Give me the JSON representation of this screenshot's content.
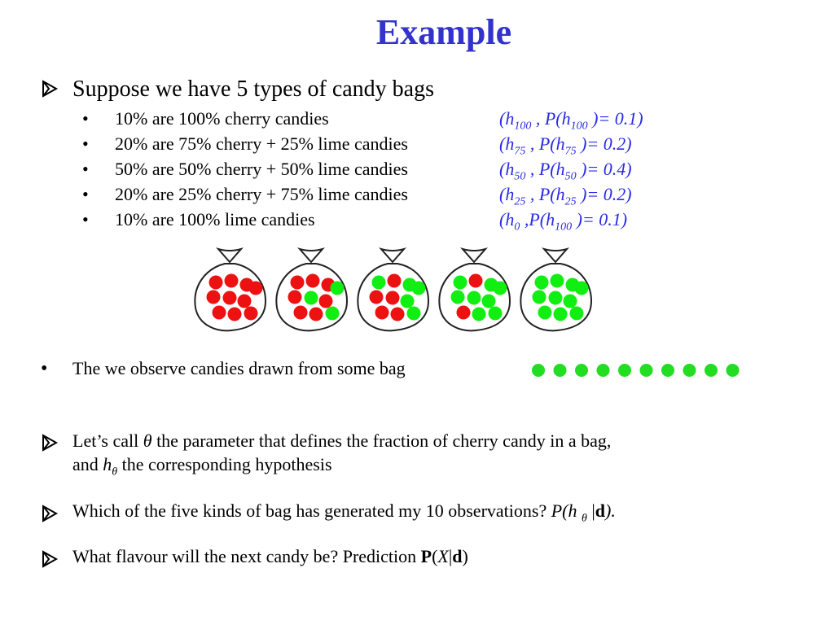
{
  "title": "Example",
  "intro": "Suppose we have 5 types of candy bags",
  "bags": [
    {
      "desc": "10% are 100% cherry candies",
      "sub": "100",
      "prob_sub": "100",
      "prob": "0.1",
      "sep": " , "
    },
    {
      "desc": "20% are 75% cherry + 25% lime candies",
      "sub": "75",
      "prob_sub": "75",
      "prob": "0.2",
      "sep": " , "
    },
    {
      "desc": "50% are 50% cherry + 50% lime candies",
      "sub": "50",
      "prob_sub": "50",
      "prob": "0.4",
      "sep": " , "
    },
    {
      "desc": "20% are 25% cherry + 75% lime candies",
      "sub": "25",
      "prob_sub": "25",
      "prob": "0.2",
      "sep": " , "
    },
    {
      "desc": "10% are 100% lime  candies",
      "sub": "0",
      "prob_sub": "100",
      "prob": "0.1",
      "sep": " ,"
    }
  ],
  "bag_cherry_counts": [
    10,
    7,
    5,
    2,
    0
  ],
  "bag_total_candies": 10,
  "observe_text": "The we observe candies drawn from some bag",
  "observed_count": 10,
  "colors": {
    "title": "#3333cc",
    "hypothesis": "#2a2ae6",
    "cherry": "#ee1111",
    "lime": "#11ee11",
    "observed": "#22dd22"
  },
  "theta_line": {
    "part1": "Let’s call ",
    "theta": "θ",
    "part2": " the parameter that defines the fraction of cherry candy in a bag,",
    "part3": "and ",
    "h": "h",
    "theta_sub": "θ",
    "part4": " the corresponding hypothesis"
  },
  "question_line": {
    "text": "Which of the five  kinds of bag has generated my 10 observations? ",
    "formula_a": "P(h ",
    "formula_sub": "θ",
    "formula_b": " |",
    "formula_d": "d",
    "formula_c": ")."
  },
  "prediction_line": {
    "text": "What flavour will the next candy be? Prediction ",
    "p": "P",
    "open": "(",
    "x": "X",
    "bar": "|",
    "d": "d",
    "close": ")"
  }
}
